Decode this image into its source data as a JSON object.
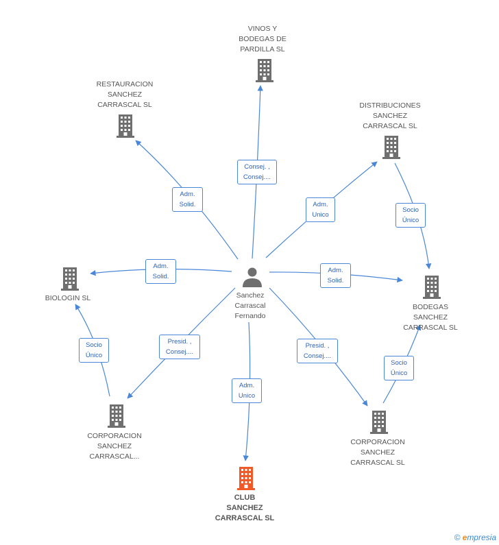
{
  "center": {
    "name": "Sanchez\nCarrascal\nFernando"
  },
  "companies": {
    "vinos": {
      "name": "VINOS Y\nBODEGAS DE\nPARDILLA SL"
    },
    "restauracion": {
      "name": "RESTAURACION\nSANCHEZ\nCARRASCAL SL"
    },
    "distribuciones": {
      "name": "DISTRIBUCIONES\nSANCHEZ\nCARRASCAL SL"
    },
    "biologin": {
      "name": "BIOLOGIN SL"
    },
    "bodegas": {
      "name": "BODEGAS\nSANCHEZ\nCARRASCAL SL"
    },
    "corporacion_left": {
      "name": "CORPORACION\nSANCHEZ\nCARRASCAL..."
    },
    "corporacion_right": {
      "name": "CORPORACION\nSANCHEZ\nCARRASCAL SL"
    },
    "club": {
      "name": "CLUB\nSANCHEZ\nCARRASCAL SL"
    }
  },
  "relations": {
    "to_vinos": "Consej. ,\nConsej....",
    "to_restauracion": "Adm.\nSolid.",
    "to_distribuciones": "Adm.\nUnico",
    "to_biologin": "Adm.\nSolid.",
    "to_bodegas": "Adm.\nSolid.",
    "to_corporacion_left": "Presid. ,\nConsej....",
    "to_corporacion_right": "Presid. ,\nConsej....",
    "to_club": "Adm.\nUnico",
    "distribuciones_to_bodegas": "Socio\nÚnico",
    "corporacion_left_to_biologin": "Socio\nÚnico",
    "corporacion_right_to_bodegas": "Socio\nÚnico"
  },
  "colors": {
    "edge": "#4a87d8",
    "building": "#6f6f6f",
    "highlight": "#f05a28",
    "person": "#6f6f6f"
  },
  "brand": {
    "copyright": "©",
    "name": "mpresia",
    "initial": "e"
  }
}
